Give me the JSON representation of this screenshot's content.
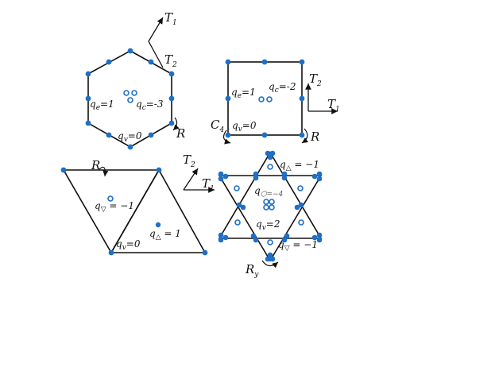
{
  "colors": {
    "vertex": "#1f6fc5",
    "edge": "#111111",
    "open": "#1f6fc5"
  },
  "hexagon": {
    "T1": "T",
    "T1_sub": "1",
    "T2": "T",
    "T2_sub": "2",
    "qe": "q",
    "qe_sub": "e",
    "qe_val": "=1",
    "qc": "q",
    "qc_sub": "c",
    "qc_val": "=-3",
    "qv": "q",
    "qv_sub": "v",
    "qv_val": "=0",
    "R": "R"
  },
  "square": {
    "T1": "T",
    "T1_sub": "1",
    "T2": "T",
    "T2_sub": "2",
    "qe": "q",
    "qe_sub": "e",
    "qe_val": "=1",
    "qc": "q",
    "qc_sub": "c",
    "qc_val": "=-2",
    "qv": "q",
    "qv_sub": "v",
    "qv_val": "=0",
    "C4": "C",
    "C4_sub": "4",
    "R": "R"
  },
  "triangles": {
    "R": "R",
    "T1": "T",
    "T1_sub": "1",
    "T2": "T",
    "T2_sub": "2",
    "q_down": "q",
    "q_down_sub": "▽",
    "q_down_val": " = −1",
    "q_up": "q",
    "q_up_sub": "△",
    "q_up_val": " = 1",
    "qv": "q",
    "qv_sub": "v",
    "qv_val": "=0"
  },
  "kagome": {
    "q_up": "q",
    "q_up_sub": "△",
    "q_up_val": " = −1",
    "q_hex": "q",
    "q_hex_sub": "⬡=−4",
    "qv": "q",
    "qv_sub": "v",
    "qv_val": "=2",
    "q_down": "q",
    "q_down_sub": "▽",
    "q_down_val": " = −1",
    "Ry": "R",
    "Ry_sub": "y"
  }
}
